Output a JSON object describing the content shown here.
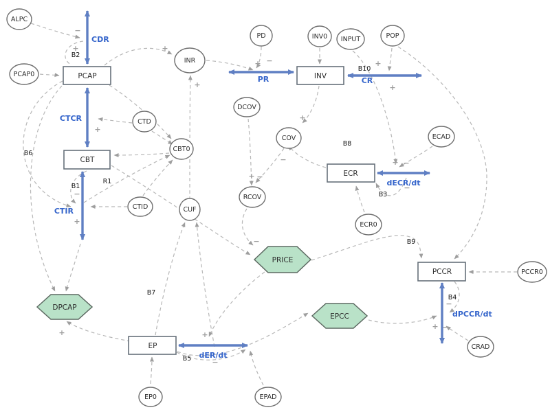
{
  "nodes": {
    "alpc": {
      "label": "ALPC"
    },
    "pcap0": {
      "label": "PCAP0"
    },
    "pd": {
      "label": "PD"
    },
    "inv0": {
      "label": "INV0"
    },
    "input": {
      "label": "INPUT"
    },
    "pop": {
      "label": "POP"
    },
    "inr": {
      "label": "INR"
    },
    "ctd": {
      "label": "CTD"
    },
    "dcov": {
      "label": "DCOV"
    },
    "cbt0": {
      "label": "CBT0"
    },
    "cov": {
      "label": "COV"
    },
    "ecad": {
      "label": "ECAD"
    },
    "ctid": {
      "label": "CTID"
    },
    "cuf": {
      "label": "CUF"
    },
    "rcov": {
      "label": "RCOV"
    },
    "ecr0": {
      "label": "ECR0"
    },
    "pccr0": {
      "label": "PCCR0"
    },
    "crad": {
      "label": "CRAD"
    },
    "ep0": {
      "label": "EP0"
    },
    "epad": {
      "label": "EPAD"
    },
    "pcap": {
      "label": "PCAP"
    },
    "inv": {
      "label": "INV"
    },
    "cbt": {
      "label": "CBT"
    },
    "ecr": {
      "label": "ECR"
    },
    "pccr": {
      "label": "PCCR"
    },
    "ep": {
      "label": "EP"
    },
    "price": {
      "label": "PRICE"
    },
    "epcc": {
      "label": "EPCC"
    },
    "dpcap": {
      "label": "DPCAP"
    }
  },
  "flows": {
    "cdr": {
      "label": "CDR"
    },
    "ctcr": {
      "label": "CTCR"
    },
    "ctir": {
      "label": "CTIR"
    },
    "pr": {
      "label": "PR"
    },
    "cr": {
      "label": "CR"
    },
    "decr": {
      "label": "dECR/dt"
    },
    "dpccr": {
      "label": "dPCCR/dt"
    },
    "der": {
      "label": "dER/dt"
    }
  },
  "loops": {
    "b1": {
      "label": "B1"
    },
    "b2": {
      "label": "B2"
    },
    "b3": {
      "label": "B3"
    },
    "b4": {
      "label": "B4"
    },
    "b5": {
      "label": "B5"
    },
    "b6": {
      "label": "B6"
    },
    "b7": {
      "label": "B7"
    },
    "b8": {
      "label": "B8"
    },
    "b9": {
      "label": "B9"
    },
    "b10": {
      "label": "B10"
    },
    "r1": {
      "label": "R1"
    }
  },
  "signs": {
    "s1": {
      "char": "−"
    },
    "s2": {
      "char": "+"
    },
    "s3": {
      "char": "+"
    },
    "s4": {
      "char": "+"
    },
    "s5": {
      "char": "+"
    },
    "s6": {
      "char": "−"
    },
    "s7": {
      "char": "+"
    },
    "s8": {
      "char": "+"
    },
    "s9": {
      "char": "+"
    },
    "s10": {
      "char": "−"
    },
    "s11": {
      "char": "+"
    },
    "s12": {
      "char": "−"
    },
    "s13": {
      "char": "−"
    },
    "s14": {
      "char": "+"
    },
    "s15": {
      "char": "−"
    },
    "s16": {
      "char": "−"
    },
    "s17": {
      "char": "+"
    },
    "s18": {
      "char": "−"
    },
    "s19": {
      "char": "+"
    },
    "s20": {
      "char": "+"
    },
    "s21": {
      "char": "+"
    },
    "s22": {
      "char": "−"
    },
    "s23": {
      "char": "−"
    },
    "s24": {
      "char": "+"
    },
    "s25": {
      "char": "−"
    }
  },
  "colors": {
    "flow_blue": "#5f7fc3",
    "flow_label_blue": "#3565cb",
    "hex_green": "#b9e2c8",
    "link_gray": "#b7b7b7",
    "node_stroke": "#6e6e6e"
  }
}
